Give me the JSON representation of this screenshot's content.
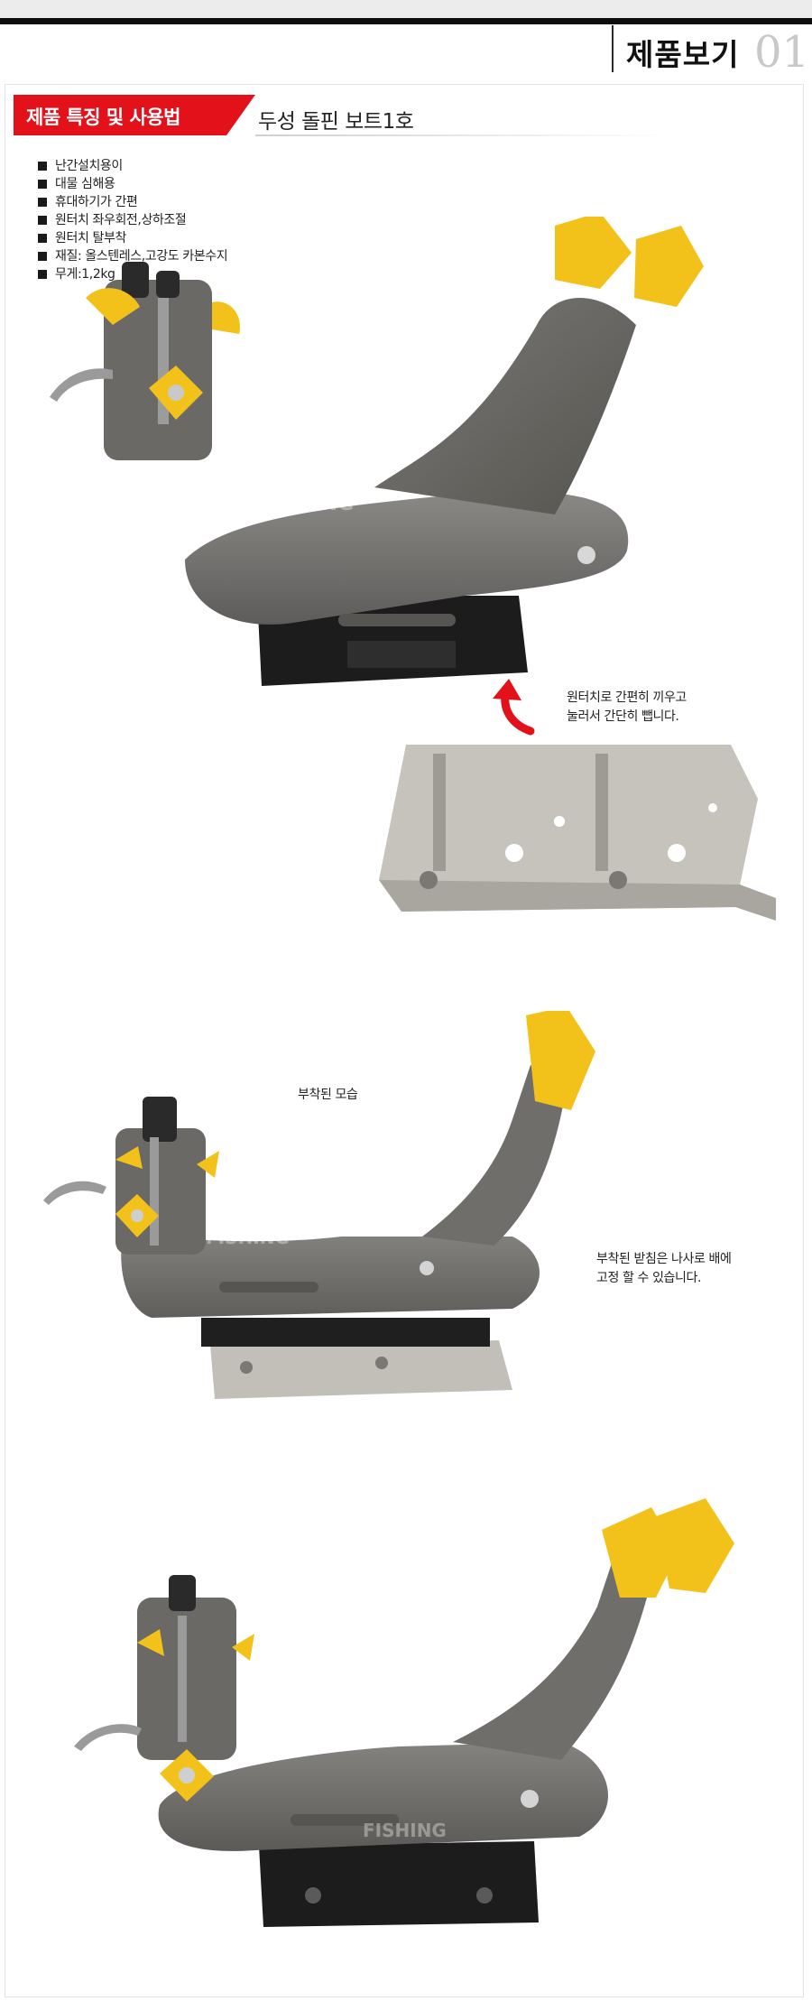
{
  "header": {
    "tab_title": "제품보기",
    "tab_number": "01"
  },
  "section": {
    "badge_label": "제품 특징 및 사용법",
    "product_name": "두성 돌핀 보트1호"
  },
  "features": [
    "난간설치용이",
    "대물 심해용",
    "휴대하기가 간편",
    "원터치 좌우회전,상하조절",
    "원터치 탈부착",
    "재질: 올스텐레스,고강도 카본수지",
    "무게:1,2kg"
  ],
  "watermark": "FISHING",
  "captions": {
    "bracket_note_line1": "원터치로 간편히 끼우고",
    "bracket_note_line2": "눌러서 간단히 뺍니다.",
    "mounted_title": "부착된 모습",
    "mounted_note_line1": "부착된 받침은 나사로 배에",
    "mounted_note_line2": "고정 할 수 있습니다."
  },
  "colors": {
    "accent_red": "#e2111a",
    "body_gray": "#6f6e6c",
    "clip_yellow": "#f2c21a",
    "steel": "#c6c3bd"
  },
  "icons": [
    "curved-arrow-icon",
    "square-bullet-icon"
  ]
}
